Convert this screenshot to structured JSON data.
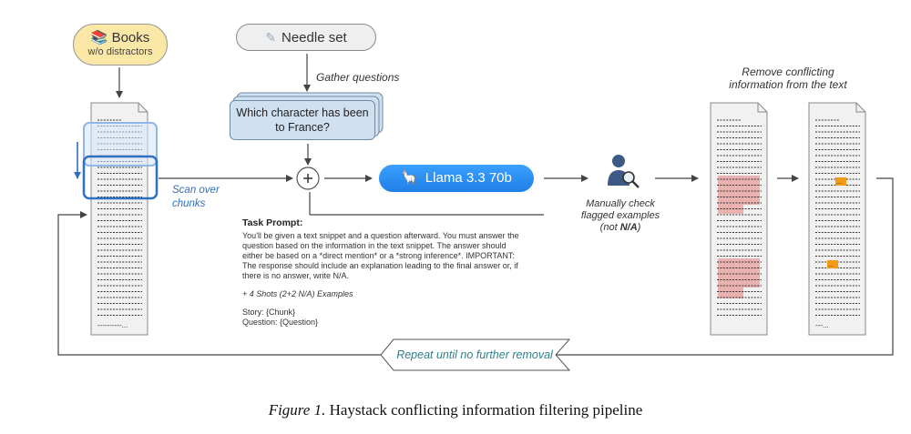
{
  "books": {
    "title": "Books",
    "subtitle": "w/o distractors",
    "icon": "books-icon"
  },
  "needle": {
    "label": "Needle set",
    "icon": "needle-icon"
  },
  "gather_label": "Gather questions",
  "question": {
    "line1": "Which character has been",
    "line2": "to France?"
  },
  "scan_label": {
    "line1": "Scan over",
    "line2": "chunks"
  },
  "model": {
    "label": "Llama 3.3 70b",
    "icon": "llama-icon"
  },
  "task_prompt": {
    "header": "Task Prompt:",
    "body": [
      "You'll be given a text snippet and a question afterward. You must answer the",
      "question based on the information in the text snippet. The answer should",
      "either be based on a *direct mention* or a *strong inference*. IMPORTANT:",
      "The response should include an explanation leading to the final answer or, if",
      "there is no answer, write N/A."
    ],
    "shots": "+ 4 Shots (2+2 N/A) Examples",
    "story": "Story: {Chunk}",
    "question": "Question: {Question}"
  },
  "manual_check": {
    "line1": "Manually check",
    "line2": "flagged examples",
    "line3_prefix": "(not ",
    "line3_bold": "N/A",
    "line3_suffix": ")",
    "icon": "person-magnifier-icon"
  },
  "remove_label": {
    "line1": "Remove conflicting",
    "line2": "information from the text"
  },
  "repeat_label": "Repeat until no further removal",
  "caption": {
    "figure": "Figure 1.",
    "text": " Haystack conflicting information filtering pipeline"
  },
  "doc_end_text": {
    "doc1": "----------...",
    "doc3": "---..."
  },
  "colors": {
    "books_fill": "#fbe8a6",
    "question_fill": "#cfe0f0",
    "model_fill": "#2a8ff2",
    "scan_blue": "#2f6fc4",
    "highlight_red": "#e8a7a5",
    "highlight_orange": "#f59a16",
    "repeat_teal": "#2f7f88"
  }
}
